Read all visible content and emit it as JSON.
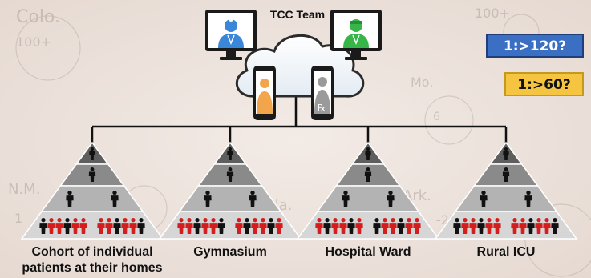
{
  "team_label": "TCC Team",
  "ratios": [
    {
      "text": "1:>120?",
      "bg": "#3a6fc4",
      "fg": "#ffffff"
    },
    {
      "text": "1:>60?",
      "bg": "#f5c542",
      "fg": "#111111"
    }
  ],
  "settings": [
    {
      "line1": "Cohort of individual",
      "line2": "patients at their homes"
    },
    {
      "line1": "Gymnasium",
      "line2": ""
    },
    {
      "line1": "Hospital Ward",
      "line2": ""
    },
    {
      "line1": "Rural ICU",
      "line2": ""
    }
  ],
  "background_map_labels": [
    "Colo.",
    "100+",
    "100+",
    "Mo.",
    "6",
    "N.M.",
    "Okla.",
    "Ark.",
    "1",
    "-27"
  ],
  "colors": {
    "pyramid_tier1": "#5e5e5e",
    "pyramid_tier2": "#8a8a8a",
    "pyramid_tier3": "#b3b3b3",
    "pyramid_tier4": "#d6d6d6",
    "patient_red": "#d41d1d",
    "doctor_blue": "#3a86d8",
    "doctor_green": "#38b548",
    "phone_orange": "#f2a54a"
  },
  "icons": [
    "monitor-icon",
    "cloud-icon",
    "smartphone-icon",
    "person-icon",
    "rx-icon"
  ]
}
